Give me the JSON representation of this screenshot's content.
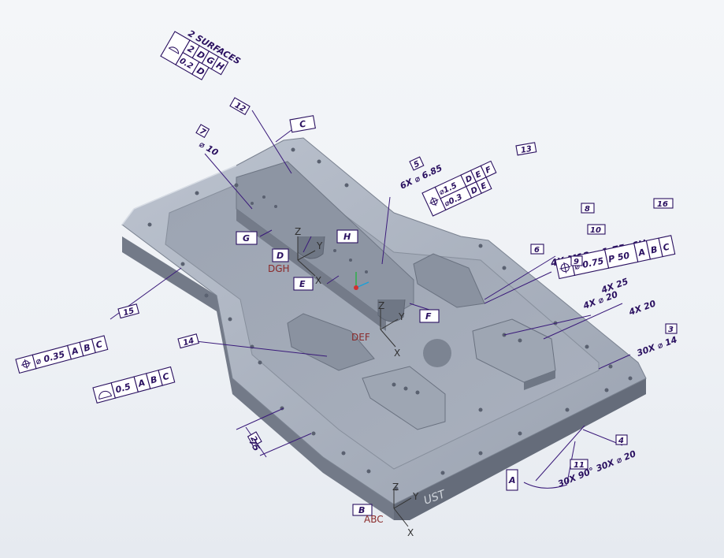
{
  "colors": {
    "annotation": "#2a1060",
    "part_top": "#a9b0bd",
    "part_side": "#7f8796",
    "part_front": "#6d7482",
    "background": "#eef1f5"
  },
  "annotations": {
    "profile_2surf": {
      "title": "2 SURFACES",
      "row1": [
        "2",
        "D",
        "G",
        "H"
      ],
      "row2": [
        "0.2",
        "D"
      ]
    },
    "bubble_12": "12",
    "datum_c": "C",
    "bubble_7": "7",
    "dia10": "⌀ 10",
    "bubble_5": "5",
    "holes_6x": "6X ⌀ 6.85",
    "fcf_pos1": [
      "⌀1.5",
      "D",
      "E",
      "F"
    ],
    "fcf_pos2": [
      "⌀0.3",
      "D",
      "E"
    ],
    "bubble_13": "13",
    "datum_g": "G",
    "datum_h": "H",
    "datum_d": "D",
    "datum_e": "E",
    "datum_f": "F",
    "bubble_8": "8",
    "bubble_10": "10",
    "bubble_16": "16",
    "thread": "4X M12 x 1.75 -6H",
    "bubble_6": "6",
    "bubble_9": "9",
    "fcf_thread": [
      "⌀ 0.75",
      "P 50",
      "A",
      "B",
      "C"
    ],
    "depth_25": "4X 25",
    "dia_20": "4X ⌀ 20",
    "depth_20": "4X 20",
    "bubble_3": "3",
    "dia_14": "30X ⌀ 14",
    "fcf_15": [
      "⌀ 0.35",
      "A",
      "B",
      "C"
    ],
    "bubble_15": "15",
    "fcf_14": [
      "0.5",
      "A",
      "B",
      "C"
    ],
    "bubble_14": "14",
    "bubble_2": "2",
    "dim_75": "75",
    "datum_a": "A",
    "bubble_11": "11",
    "bubble_4": "4",
    "csk": "30X 90° 30X ⌀ 20",
    "datum_b": "B",
    "logo": "UST"
  },
  "csys": {
    "top": {
      "label": "DGH",
      "x": "X",
      "y": "Y",
      "z": "Z"
    },
    "mid": {
      "label": "DEF",
      "x": "X",
      "y": "Y",
      "z": "Z"
    },
    "base": {
      "label": "ABC",
      "x": "X",
      "y": "Y",
      "z": "Z"
    }
  }
}
